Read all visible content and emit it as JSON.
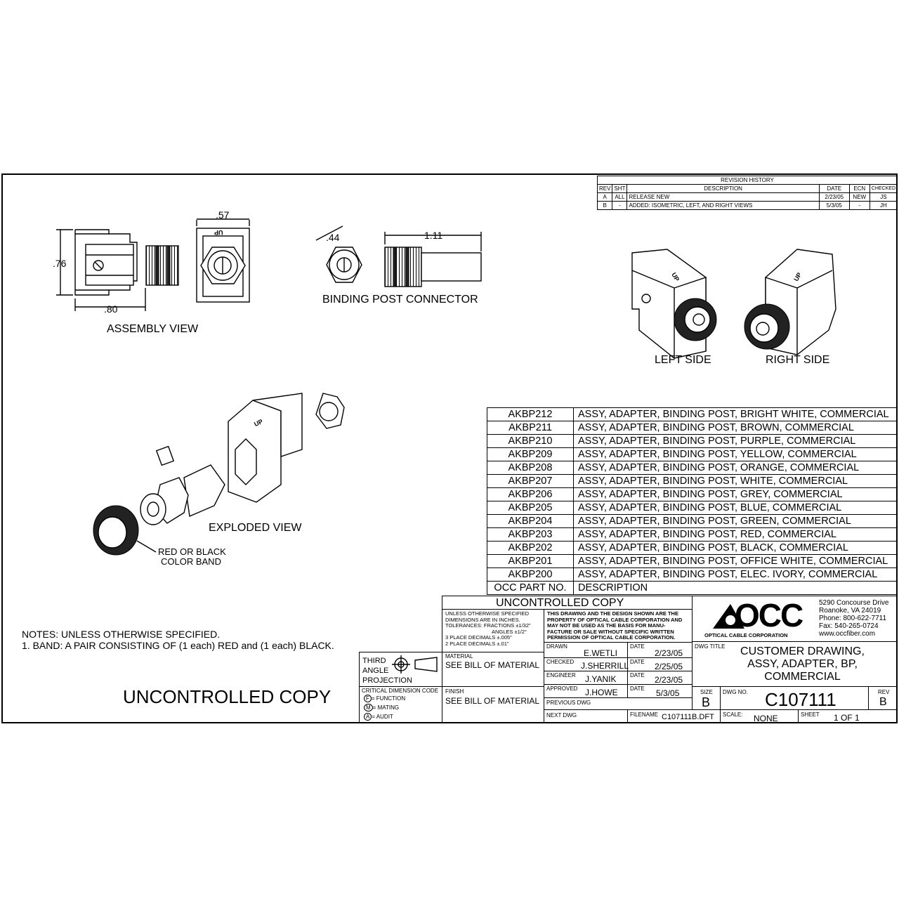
{
  "revision_history": {
    "title": "REVISION HISTORY",
    "headers": [
      "REV",
      "SHT",
      "DESCRIPTION",
      "DATE",
      "ECN",
      "CHECKED"
    ],
    "rows": [
      [
        "A",
        "ALL",
        "RELEASE NEW",
        "2/23/05",
        "NEW",
        "JS"
      ],
      [
        "B",
        "-",
        "ADDED: ISOMETRIC, LEFT, AND RIGHT VIEWS",
        "5/3/05",
        "-",
        "JH"
      ]
    ]
  },
  "views": {
    "assembly": "ASSEMBLY VIEW",
    "binding_post": "BINDING POST CONNECTOR",
    "left_side": "LEFT SIDE",
    "right_side": "RIGHT SIDE",
    "exploded": "EXPLODED VIEW",
    "color_band_1": "RED OR BLACK",
    "color_band_2": "COLOR BAND"
  },
  "dimensions": {
    "width_57": ".57",
    "height_76": ".76",
    "length_80": ".80",
    "dia_44": ".44",
    "length_111": "1.11",
    "up_mark": "UP"
  },
  "parts": {
    "header_pn": "OCC PART NO.",
    "header_desc": "DESCRIPTION",
    "rows": [
      {
        "pn": "AKBP212",
        "desc": "ASSY, ADAPTER, BINDING POST, BRIGHT WHITE, COMMERCIAL"
      },
      {
        "pn": "AKBP211",
        "desc": "ASSY, ADAPTER, BINDING POST, BROWN, COMMERCIAL"
      },
      {
        "pn": "AKBP210",
        "desc": "ASSY, ADAPTER, BINDING POST, PURPLE, COMMERCIAL"
      },
      {
        "pn": "AKBP209",
        "desc": "ASSY, ADAPTER, BINDING POST, YELLOW, COMMERCIAL"
      },
      {
        "pn": "AKBP208",
        "desc": "ASSY, ADAPTER, BINDING POST, ORANGE, COMMERCIAL"
      },
      {
        "pn": "AKBP207",
        "desc": "ASSY, ADAPTER, BINDING POST, WHITE, COMMERCIAL"
      },
      {
        "pn": "AKBP206",
        "desc": "ASSY, ADAPTER, BINDING POST, GREY, COMMERCIAL"
      },
      {
        "pn": "AKBP205",
        "desc": "ASSY, ADAPTER, BINDING POST, BLUE, COMMERCIAL"
      },
      {
        "pn": "AKBP204",
        "desc": "ASSY, ADAPTER, BINDING POST, GREEN, COMMERCIAL"
      },
      {
        "pn": "AKBP203",
        "desc": "ASSY, ADAPTER, BINDING POST, RED, COMMERCIAL"
      },
      {
        "pn": "AKBP202",
        "desc": "ASSY, ADAPTER, BINDING POST, BLACK, COMMERCIAL"
      },
      {
        "pn": "AKBP201",
        "desc": "ASSY, ADAPTER, BINDING POST, OFFICE WHITE, COMMERCIAL"
      },
      {
        "pn": "AKBP200",
        "desc": "ASSY, ADAPTER, BINDING POST, ELEC. IVORY, COMMERCIAL"
      }
    ]
  },
  "notes": {
    "line1": "NOTES: UNLESS OTHERWISE SPECIFIED.",
    "line2": "1. BAND: A PAIR CONSISTING OF (1 each) RED and (1 each) BLACK."
  },
  "uncontrolled_big": "UNCONTROLLED COPY",
  "title_block": {
    "uncontrolled": "UNCONTROLLED COPY",
    "tolerances": [
      "UNLESS OTHERWISE SPECIFIED",
      "DIMENSIONS ARE IN INCHES.",
      "TOLERANCES: FRACTIONS ±1/32\"",
      "ANGLES ±1/2°",
      "3 PLACE DECIMALS ±.005\"",
      "2 PLACE DECIMALS ±.01\""
    ],
    "proprietary": [
      "THIS DRAWING AND THE DESIGN SHOWN ARE THE",
      "PROPERTY OF OPTICAL CABLE CORPORATION AND",
      "MAY NOT BE USED AS THE BASIS FOR MANU-",
      "FACTURE OR SALE WITHOUT SPECIFIC WRITTEN",
      "PERMISSION OF OPTICAL CABLE CORPORATION."
    ],
    "third_angle": [
      "THIRD",
      "ANGLE",
      "PROJECTION"
    ],
    "material_label": "MATERIAL",
    "material_value": "SEE BILL OF MATERIAL",
    "finish_label": "FINISH",
    "finish_value": "SEE BILL OF MATERIAL",
    "critical_label": "CRITICAL DIMENSION CODE",
    "critical_codes": [
      {
        "letter": "F",
        "text": "= FUNCTION"
      },
      {
        "letter": "M",
        "text": "= MATING"
      },
      {
        "letter": "A",
        "text": "= AUDIT"
      }
    ],
    "drawn_label": "DRAWN",
    "drawn": "E.WETLI",
    "checked_label": "CHECKED",
    "checked": "J.SHERRILL",
    "engineer_label": "ENGINEER",
    "engineer": "J.YANIK",
    "approved_label": "APPROVED",
    "approved": "J.HOWE",
    "date_label": "DATE",
    "drawn_date": "2/23/05",
    "checked_date": "2/25/05",
    "engineer_date": "2/23/05",
    "approved_date": "5/3/05",
    "previous_dwg_label": "PREVIOUS DWG",
    "next_dwg_label": "NEXT DWG",
    "filename_label": "FILENAME",
    "filename": "C107111B.DFT",
    "scale_label": "SCALE:",
    "scale": "NONE",
    "sheet_label": "SHEET",
    "sheet": "1 OF 1",
    "dwg_title_label": "DWG TITLE",
    "dwg_title": [
      "CUSTOMER DRAWING,",
      "ASSY, ADAPTER, BP,",
      "COMMERCIAL"
    ],
    "size_label": "SIZE",
    "size": "B",
    "dwg_no_label": "DWG NO.",
    "dwg_no": "C107111",
    "rev_label": "REV",
    "rev": "B"
  },
  "company": {
    "logo": "OCC",
    "name": "OPTICAL CABLE CORPORATION",
    "address": [
      "5290 Concourse Drive",
      "Roanoke, VA 24019",
      "Phone: 800-622-7711",
      "Fax: 540-265-0724",
      "www.occfiber.com"
    ]
  }
}
